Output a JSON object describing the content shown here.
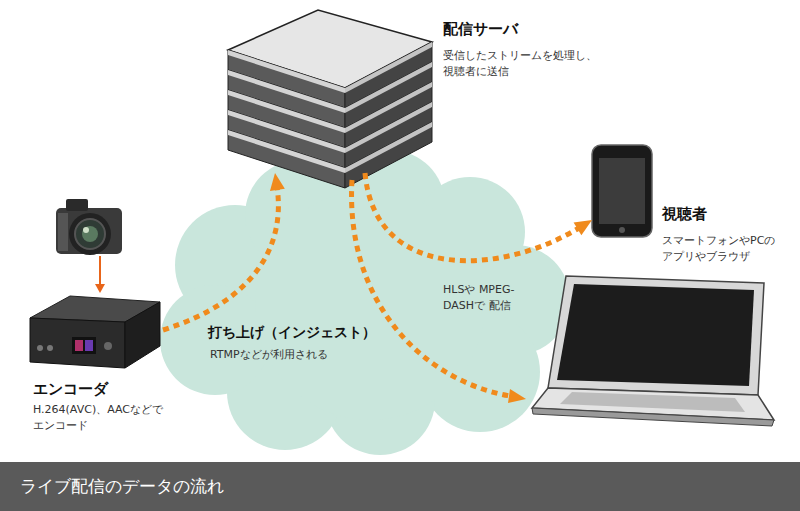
{
  "diagram": {
    "caption": "ライブ配信のデータの流れ",
    "nodes": [
      {
        "text": [
          "配信サーバ",
          "受信したストリームを処理し、 視聴者に送信"
        ]
      },
      {
        "text": [
          "エンコーダ",
          "H.264(AVC)、AACなどで エンコード"
        ]
      },
      {
        "text": [
          "視聴者",
          "スマートフォンやPCの アプリやブラウザ"
        ]
      }
    ],
    "edges": [
      {
        "from": 1,
        "to": 0,
        "arrow": "to",
        "label": "打ち上げ（インジェスト）"
      },
      {
        "from": 0,
        "to": 2,
        "arrow": "to"
      }
    ],
    "labels": [
      "RTMPなどが利用される",
      "HLSや MPEG-DASHで 配信"
    ]
  }
}
